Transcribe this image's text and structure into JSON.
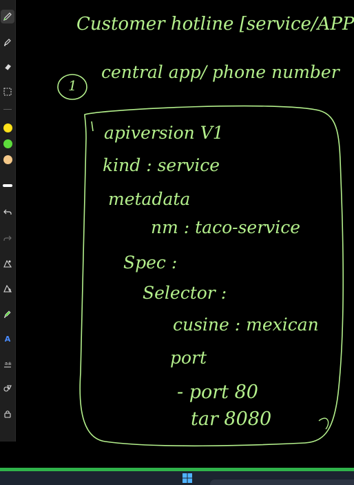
{
  "toolbar": {
    "tools": [
      {
        "name": "pen-tool",
        "active": true
      },
      {
        "name": "highlighter-tool",
        "active": false
      },
      {
        "name": "eraser-tool",
        "active": false
      },
      {
        "name": "lasso-select-tool",
        "active": false
      }
    ],
    "colors": [
      {
        "name": "yellow",
        "hex": "#ffe21a"
      },
      {
        "name": "green",
        "hex": "#5ddc3c"
      },
      {
        "name": "peach",
        "hex": "#f5c98a"
      },
      {
        "name": "white-stroke",
        "hex": "#ffffff"
      }
    ],
    "actions": [
      "undo",
      "redo",
      "ink-to-shape",
      "ink-to-text",
      "ink-to-math",
      "ink-replay",
      "text-to-ink",
      "shapes",
      "lock"
    ]
  },
  "canvas": {
    "ink_color": "#b4f08c",
    "heading": "Customer hotline [service/APP]",
    "subheading_number": "1",
    "subheading": "central app/ phone number",
    "lines": [
      "apiversion V1",
      "kind : service",
      "metadata",
      "nm : taco-service",
      "Spec :",
      "Selector :",
      "cusine : mexican",
      "port",
      "- port 80",
      "tar 8080"
    ]
  },
  "taskbar": {
    "accent": "#2fb34a"
  }
}
